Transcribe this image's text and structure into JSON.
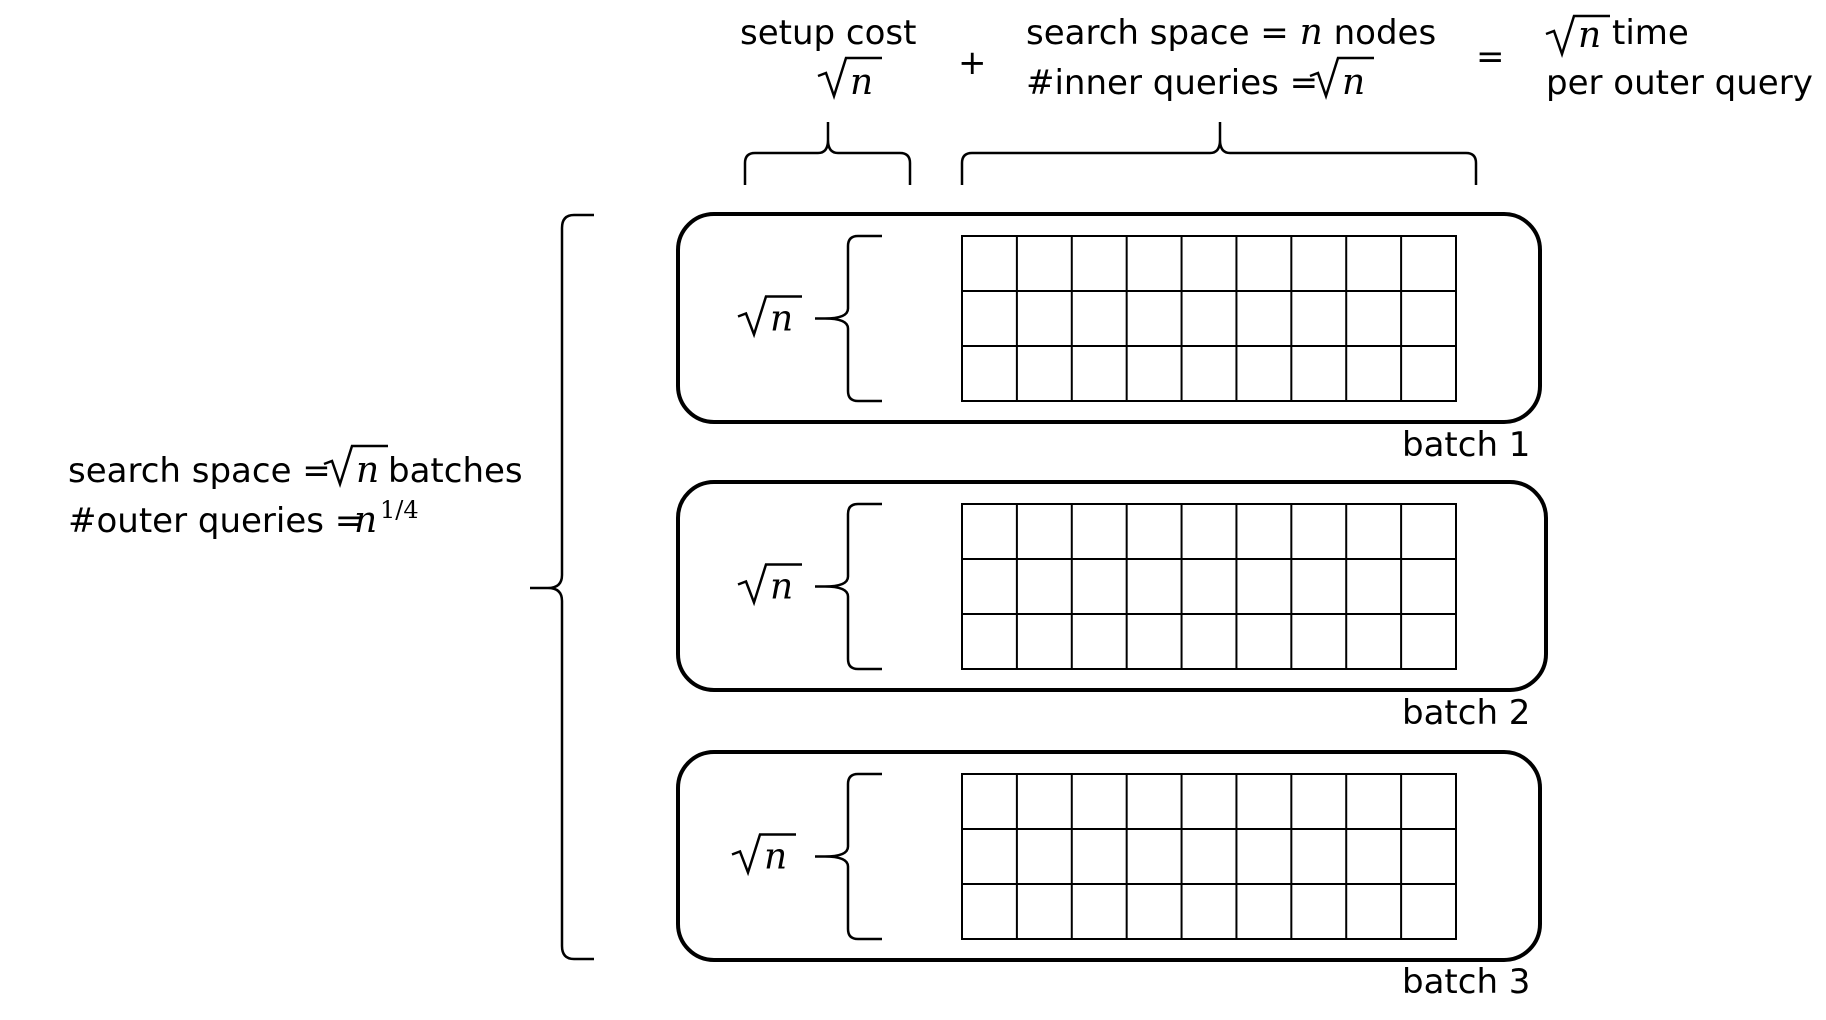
{
  "header": {
    "setup_cost_label": "setup cost",
    "setup_cost_value": "n",
    "plus_sign": "+",
    "inner_search_space_prefix": "search space = ",
    "inner_search_space_var": "n",
    "inner_search_space_suffix": " nodes",
    "inner_queries_prefix": "#inner queries = ",
    "inner_queries_var": "n",
    "equals_sign": "=",
    "time_var": "n",
    "time_suffix": " time",
    "per_outer_query": "per outer query"
  },
  "outer": {
    "search_space_prefix": "search space = ",
    "search_space_var": "n",
    "search_space_suffix": " batches",
    "outer_queries_prefix": "#outer queries = ",
    "outer_queries_base": "n",
    "outer_queries_exponent": "1/4"
  },
  "batches": [
    {
      "label": "batch 1",
      "height_label_var": "n"
    },
    {
      "label": "batch 2",
      "height_label_var": "n"
    },
    {
      "label": "batch 3",
      "height_label_var": "n"
    }
  ],
  "grid": {
    "rows": 3,
    "cols": 9
  },
  "colors": {
    "stroke": "#000000",
    "background": "#ffffff"
  }
}
